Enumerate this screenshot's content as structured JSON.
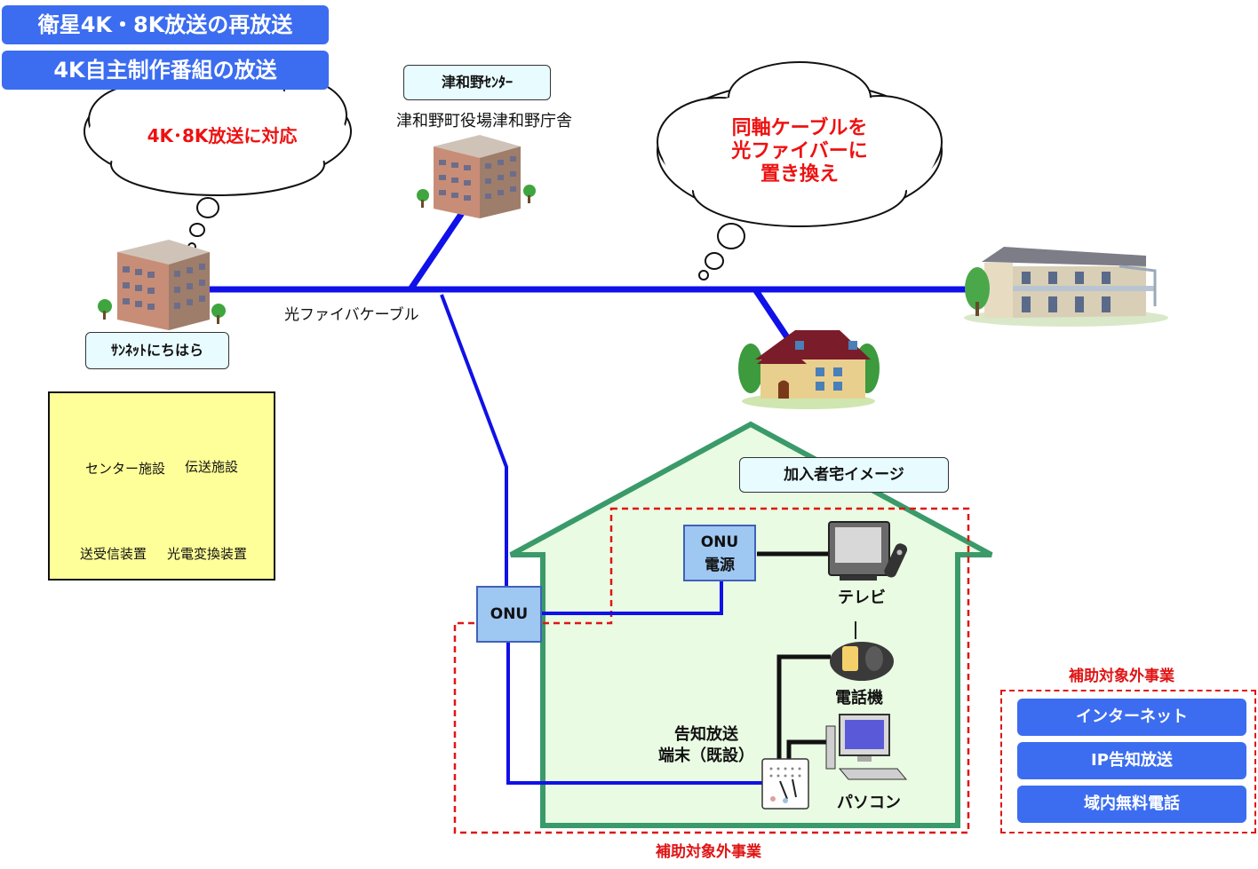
{
  "banners": [
    "衛星4K・8K放送の再放送",
    "4K自主制作番組の放送"
  ],
  "clouds": {
    "left": "4K･8K放送に対応",
    "right": "同軸ケーブルを\n光ファイバーに\n置き換え"
  },
  "centers": {
    "tsuwano_label": "津和野ｾﾝﾀｰ",
    "tsuwano_caption": "津和野町役場津和野庁舎",
    "sunnet_label": "ｻﾝﾈｯﾄにちはら"
  },
  "cable_label": "光ファイバケーブル",
  "legend": {
    "items": [
      "センター施設",
      "伝送施設",
      "送受信装置",
      "光電変換装置"
    ]
  },
  "subscriber": {
    "title": "加入者宅イメージ",
    "onu": "ONU",
    "onu_power": "ONU\n電源",
    "tv": "テレビ",
    "phone": "電話機",
    "pc": "パソコン",
    "broadcast_terminal": "告知放送\n端末（既設）"
  },
  "excluded": {
    "label_bottom": "補助対象外事業",
    "label_right": "補助対象外事業",
    "services": [
      "インターネット",
      "IP告知放送",
      "域内無料電話"
    ]
  },
  "colors": {
    "fiber": "#1010e8",
    "banner": "#3c6df0",
    "house_outline": "#3a9a6a",
    "house_fill": "#e9fbe2",
    "excluded_border": "#e01515"
  }
}
